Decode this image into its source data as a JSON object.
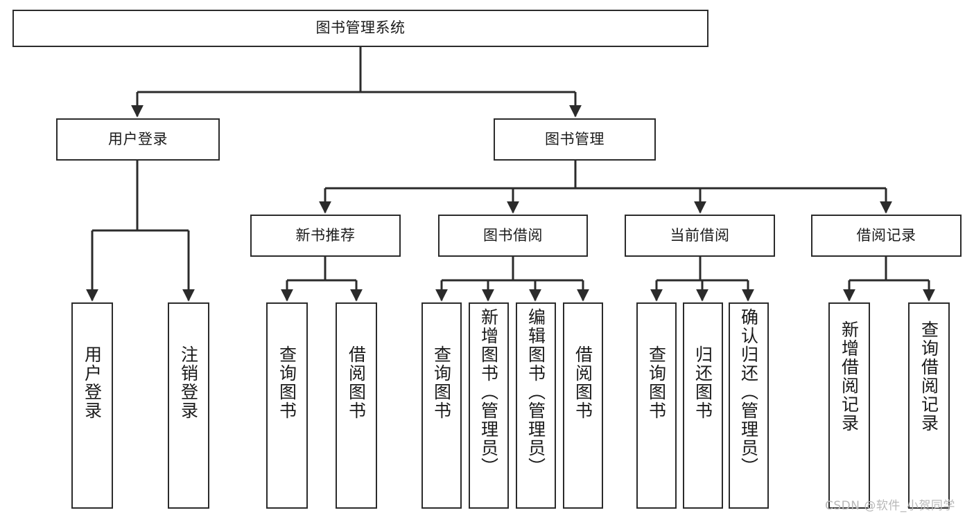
{
  "diagram": {
    "type": "tree-hierarchy",
    "title": "图书管理系统",
    "watermark": "CSDN @软件_小贺同学",
    "colors": {
      "box_border": "#2b2b2b",
      "box_fill": "#ffffff",
      "connector": "#2b2b2b",
      "text": "#1a1a1a",
      "watermark": "#b8b8b8"
    },
    "nodes": {
      "root": {
        "label": "图书管理系统"
      },
      "level2": [
        {
          "id": "user-login",
          "label": "用户登录"
        },
        {
          "id": "book-management",
          "label": "图书管理"
        }
      ],
      "level3": [
        {
          "id": "new-book-recommend",
          "label": "新书推荐"
        },
        {
          "id": "book-borrow",
          "label": "图书借阅"
        },
        {
          "id": "current-borrow",
          "label": "当前借阅"
        },
        {
          "id": "borrow-record",
          "label": "借阅记录"
        }
      ],
      "leaves": {
        "user_login": [
          {
            "id": "leaf-user-login",
            "label": "用户登录"
          },
          {
            "id": "leaf-logout-login",
            "label": "注销登录"
          }
        ],
        "new_book_recommend": [
          {
            "id": "leaf-query-book-1",
            "label": "查询图书"
          },
          {
            "id": "leaf-borrow-book-1",
            "label": "借阅图书"
          }
        ],
        "book_borrow": [
          {
            "id": "leaf-query-book-2",
            "label": "查询图书"
          },
          {
            "id": "leaf-add-book",
            "label": "新增图书（管理员）"
          },
          {
            "id": "leaf-edit-book",
            "label": "编辑图书（管理员）"
          },
          {
            "id": "leaf-borrow-book-2",
            "label": "借阅图书"
          }
        ],
        "current_borrow": [
          {
            "id": "leaf-query-book-3",
            "label": "查询图书"
          },
          {
            "id": "leaf-return-book",
            "label": "归还图书"
          },
          {
            "id": "leaf-confirm-return",
            "label": "确认归还（管理员）"
          }
        ],
        "borrow_record": [
          {
            "id": "leaf-add-record",
            "label": "新增借阅记录"
          },
          {
            "id": "leaf-query-record",
            "label": "查询借阅记录"
          }
        ]
      }
    }
  }
}
